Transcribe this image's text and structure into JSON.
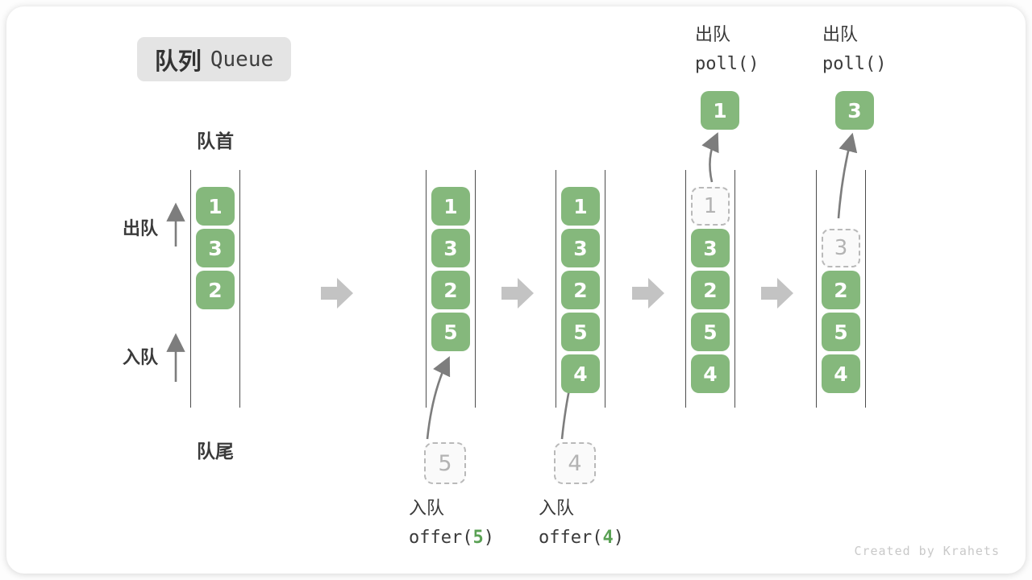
{
  "title": {
    "zh": "队列",
    "en": "Queue"
  },
  "side_labels": {
    "front": "队首",
    "rear": "队尾",
    "dequeue": "出队",
    "enqueue": "入队"
  },
  "queues": [
    {
      "name": "state-initial",
      "cells": [
        {
          "row": 0,
          "value": "1",
          "kind": "solid"
        },
        {
          "row": 1,
          "value": "3",
          "kind": "solid"
        },
        {
          "row": 2,
          "value": "2",
          "kind": "solid"
        }
      ]
    },
    {
      "name": "state-after-offer-5",
      "cells": [
        {
          "row": 0,
          "value": "1",
          "kind": "solid"
        },
        {
          "row": 1,
          "value": "3",
          "kind": "solid"
        },
        {
          "row": 2,
          "value": "2",
          "kind": "solid"
        },
        {
          "row": 3,
          "value": "5",
          "kind": "solid"
        }
      ],
      "pending_value": "5",
      "caption": {
        "action": "入队",
        "code_pre": "offer(",
        "code_arg": "5",
        "code_post": ")"
      }
    },
    {
      "name": "state-after-offer-4",
      "cells": [
        {
          "row": 0,
          "value": "1",
          "kind": "solid"
        },
        {
          "row": 1,
          "value": "3",
          "kind": "solid"
        },
        {
          "row": 2,
          "value": "2",
          "kind": "solid"
        },
        {
          "row": 3,
          "value": "5",
          "kind": "solid"
        },
        {
          "row": 4,
          "value": "4",
          "kind": "solid"
        }
      ],
      "pending_value": "4",
      "caption": {
        "action": "入队",
        "code_pre": "offer(",
        "code_arg": "4",
        "code_post": ")"
      }
    },
    {
      "name": "state-after-poll-1",
      "cells": [
        {
          "row": 0,
          "value": "1",
          "kind": "dashed"
        },
        {
          "row": 1,
          "value": "3",
          "kind": "solid"
        },
        {
          "row": 2,
          "value": "2",
          "kind": "solid"
        },
        {
          "row": 3,
          "value": "5",
          "kind": "solid"
        },
        {
          "row": 4,
          "value": "4",
          "kind": "solid"
        }
      ],
      "popped_value": "1",
      "poll_caption": {
        "action": "出队",
        "code": "poll()"
      }
    },
    {
      "name": "state-after-poll-3",
      "cells": [
        {
          "row": 1,
          "value": "3",
          "kind": "dashed"
        },
        {
          "row": 2,
          "value": "2",
          "kind": "solid"
        },
        {
          "row": 3,
          "value": "5",
          "kind": "solid"
        },
        {
          "row": 4,
          "value": "4",
          "kind": "solid"
        }
      ],
      "popped_value": "3",
      "poll_caption": {
        "action": "出队",
        "code": "poll()"
      }
    }
  ],
  "watermark": "Created by Krahets",
  "colors": {
    "cell_green": "#85b87c",
    "cell_text": "#ffffff",
    "dashed_border": "#b9b9b9",
    "dashed_text": "#b3b3b3",
    "line": "#4d4d4d",
    "arrow_gray": "#7d7d7d",
    "block_arrow": "#c3c3c3",
    "text_dark": "#3a3a3a",
    "code_green": "#5aa154",
    "badge_bg": "#e4e4e4",
    "watermark_color": "#c9c9c9"
  }
}
